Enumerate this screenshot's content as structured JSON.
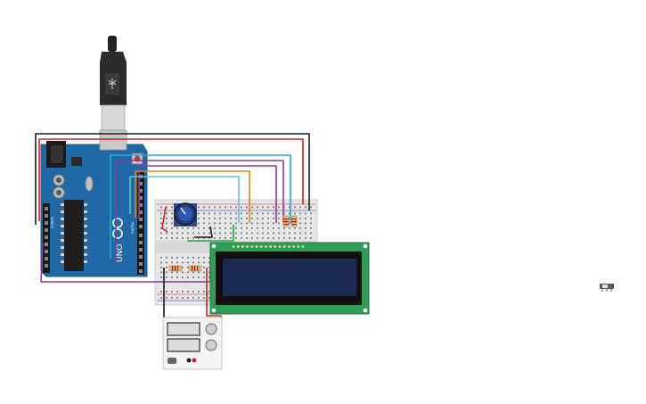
{
  "arduino": {
    "brand_text": "UNO",
    "header_left": "POWER",
    "header_right": "DIGITAL"
  },
  "wire_colors": {
    "black": "#1b1b1b",
    "red": "#d42121",
    "cyan": "#22a7cf",
    "purple": "#8a3a9e",
    "orange": "#e08a10",
    "green": "#22a046",
    "lightblue": "#5ec3db"
  },
  "components": {
    "potentiometer": "potentiometer-knob",
    "lcd": "lcd-16x2",
    "power_supply": "bench-power-supply",
    "usb": "usb-cable",
    "switch": "slide-switch"
  },
  "colors": {
    "board_blue": "#1f6aa6",
    "breadboard": "#e8e8e8",
    "lcd_pcb": "#2f9e55",
    "lcd_screen": "#1c2a52"
  }
}
